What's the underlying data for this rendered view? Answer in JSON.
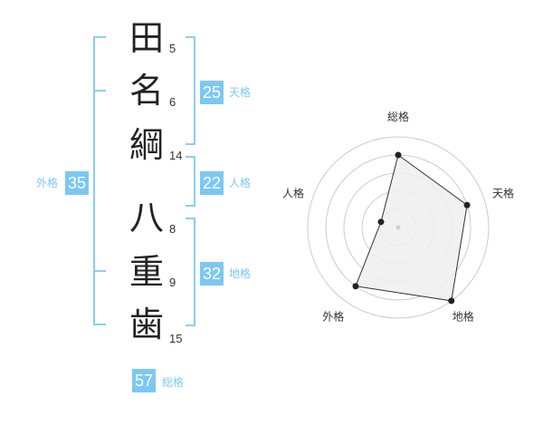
{
  "name": {
    "characters": [
      {
        "char": "田",
        "strokes": "5"
      },
      {
        "char": "名",
        "strokes": "6"
      },
      {
        "char": "綱",
        "strokes": "14"
      },
      {
        "char": "八",
        "strokes": "8"
      },
      {
        "char": "重",
        "strokes": "9"
      },
      {
        "char": "歯",
        "strokes": "15"
      }
    ]
  },
  "fortune": {
    "tenkaku": {
      "value": "25",
      "label": "天格"
    },
    "jinkaku": {
      "value": "22",
      "label": "人格"
    },
    "chikaku": {
      "value": "32",
      "label": "地格"
    },
    "gaikaku": {
      "value": "35",
      "label": "外格"
    },
    "soukaku": {
      "value": "57",
      "label": "総格"
    }
  },
  "chart_data": {
    "type": "radar",
    "axes": [
      "総格",
      "天格",
      "地格",
      "外格",
      "人格"
    ],
    "values": [
      4,
      4,
      5,
      4,
      1
    ],
    "max": 5,
    "rings": 5,
    "colors": {
      "fill": "#eeeeee",
      "stroke": "#333333",
      "grid": "#cccccc",
      "accent": "#7cc8f4"
    }
  }
}
